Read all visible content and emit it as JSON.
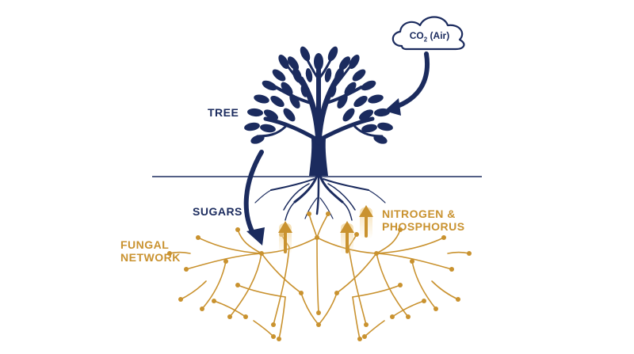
{
  "labels": {
    "co2_prefix": "CO",
    "co2_subscript": "2",
    "co2_suffix": " (Air)",
    "tree": "TREE",
    "sugars": "SUGARS",
    "fungal_line1": "FUNGAL",
    "fungal_line2": "NETWORK",
    "nutrients_line1": "NITROGEN &",
    "nutrients_line2": "PHOSPHORUS"
  },
  "colors": {
    "tree": "#1b2b5e",
    "fungal": "#c9922f",
    "background": "#ffffff"
  }
}
